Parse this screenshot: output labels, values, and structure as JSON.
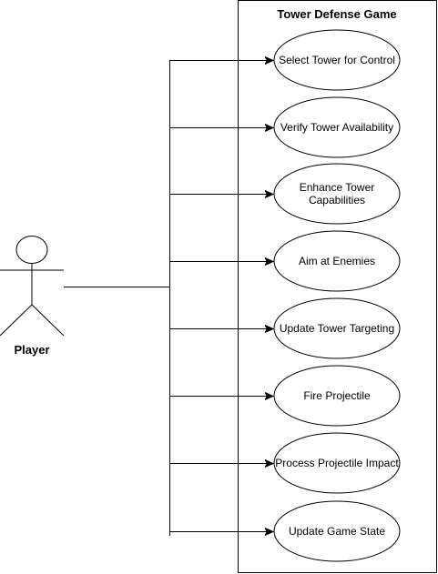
{
  "system": {
    "title": "Tower Defense Game"
  },
  "actor": {
    "name": "Player"
  },
  "use_cases": [
    {
      "lines": [
        "Select Tower for Control"
      ]
    },
    {
      "lines": [
        "Verify Tower Availability"
      ]
    },
    {
      "lines": [
        "Enhance Tower",
        "Capabilities"
      ]
    },
    {
      "lines": [
        "Aim at Enemies"
      ]
    },
    {
      "lines": [
        "Update Tower Targeting"
      ]
    },
    {
      "lines": [
        "Fire Projectile"
      ]
    },
    {
      "lines": [
        "Process Projectile Impact"
      ]
    },
    {
      "lines": [
        "Update Game State"
      ]
    }
  ]
}
